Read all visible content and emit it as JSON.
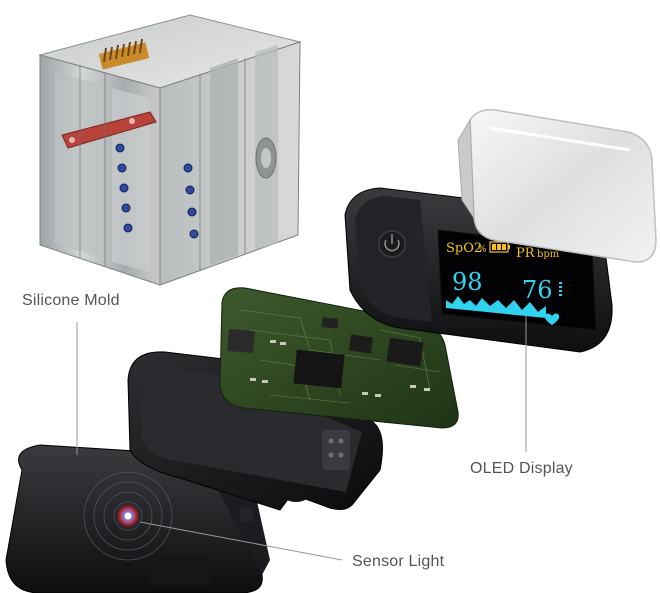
{
  "labels": {
    "silicone_mold": "Silicone Mold",
    "oled_display": "OLED Display",
    "sensor_light": "Sensor Light"
  },
  "oled": {
    "spo2_label": "SpO2",
    "spo2_unit": "%",
    "pr_label": "PR",
    "pr_unit": "bpm",
    "spo2_value": "98",
    "pr_value": "76"
  },
  "colors": {
    "oled_yellow": "#f2c21a",
    "oled_cyan": "#2fd3f0",
    "sensor_blue": "#3a6bff",
    "sensor_red": "#d0303a",
    "label_text": "#555555",
    "leader_line": "#9a9a9a"
  }
}
